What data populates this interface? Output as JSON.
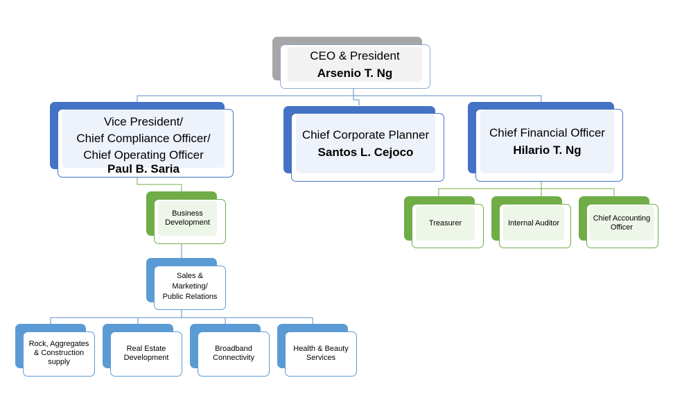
{
  "colors": {
    "gray": "#a6a6a6",
    "blue_dark": "#4472c4",
    "blue_light": "#5b9bd5",
    "green": "#70ad47",
    "inner_fill": "#eef2fa",
    "line_blue": "#5b8cc6",
    "line_green": "#70ad47"
  },
  "org_chart": {
    "ceo": {
      "title": "CEO & President",
      "name": "Arsenio T. Ng"
    },
    "vice_president": {
      "title_lines": [
        "Vice President/",
        "Chief Compliance Officer/",
        "Chief Operating Officer"
      ],
      "name": "Paul B. Saria"
    },
    "corporate_planner": {
      "title": "Chief Corporate Planner",
      "name": "Santos L. Cejoco"
    },
    "cfo": {
      "title": "Chief Financial Officer",
      "name": "Hilario T. Ng"
    },
    "business_development": {
      "title_lines": [
        "Business",
        "Development"
      ]
    },
    "sales_marketing": {
      "title_lines": [
        "Sales &",
        "Marketing/",
        "Public Relations"
      ]
    },
    "business_units": [
      {
        "title_lines": [
          "Rock, Aggregates",
          "& Construction",
          "supply"
        ]
      },
      {
        "title_lines": [
          "Real Estate",
          "Development"
        ]
      },
      {
        "title_lines": [
          "Broadband",
          "Connectivity"
        ]
      },
      {
        "title_lines": [
          "Health & Beauty",
          "Services"
        ]
      }
    ],
    "finance_units": [
      {
        "title_lines": [
          "Treasurer"
        ]
      },
      {
        "title_lines": [
          "Internal Auditor"
        ]
      },
      {
        "title_lines": [
          "Chief Accounting",
          "Officer"
        ]
      }
    ]
  }
}
